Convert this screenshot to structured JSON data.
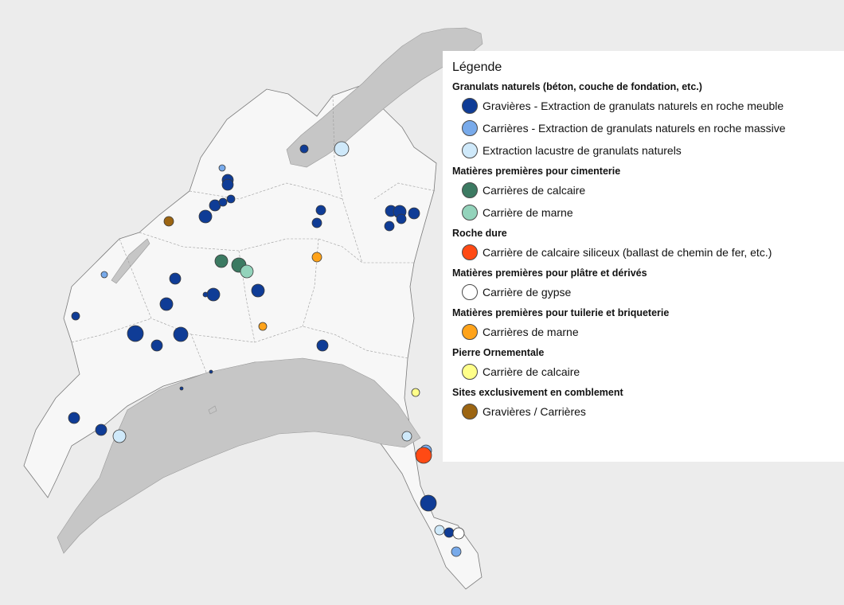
{
  "legend": {
    "title": "Légende",
    "categories": [
      {
        "title": "Granulats naturels (béton, couche de fondation, etc.)",
        "items": [
          {
            "label": "Gravières - Extraction de granulats naturels en roche meuble",
            "color": "#0f3c96"
          },
          {
            "label": "Carrières - Extraction de granulats naturels en roche massive",
            "color": "#78aaea"
          },
          {
            "label": "Extraction lacustre de granulats naturels",
            "color": "#cfe9fa"
          }
        ]
      },
      {
        "title": "Matières premières pour cimenterie",
        "items": [
          {
            "label": "Carrières de calcaire",
            "color": "#3c7a62"
          },
          {
            "label": "Carrière de marne",
            "color": "#93d3bb"
          }
        ]
      },
      {
        "title": "Roche dure",
        "items": [
          {
            "label": "Carrière de calcaire siliceux (ballast de chemin de fer, etc.)",
            "color": "#ff4a14"
          }
        ]
      },
      {
        "title": "Matières premières pour plâtre et dérivés",
        "items": [
          {
            "label": "Carrière de gypse",
            "color": "#ffffff"
          }
        ]
      },
      {
        "title": "Matières premières pour tuilerie et briqueterie",
        "items": [
          {
            "label": "Carrières de marne",
            "color": "#ffa31a"
          }
        ]
      },
      {
        "title": "Pierre Ornementale",
        "items": [
          {
            "label": "Carrière de calcaire",
            "color": "#ffff8a"
          }
        ]
      },
      {
        "title": "Sites exclusivement en comblement",
        "items": [
          {
            "label": "Gravières / Carrières",
            "color": "#9c6512"
          }
        ]
      }
    ]
  },
  "map": {
    "colors": {
      "background": "#ececec",
      "lake": "#c6c6c6",
      "canton_fill": "#f7f7f7",
      "boundary": "#7a7a7a"
    }
  }
}
